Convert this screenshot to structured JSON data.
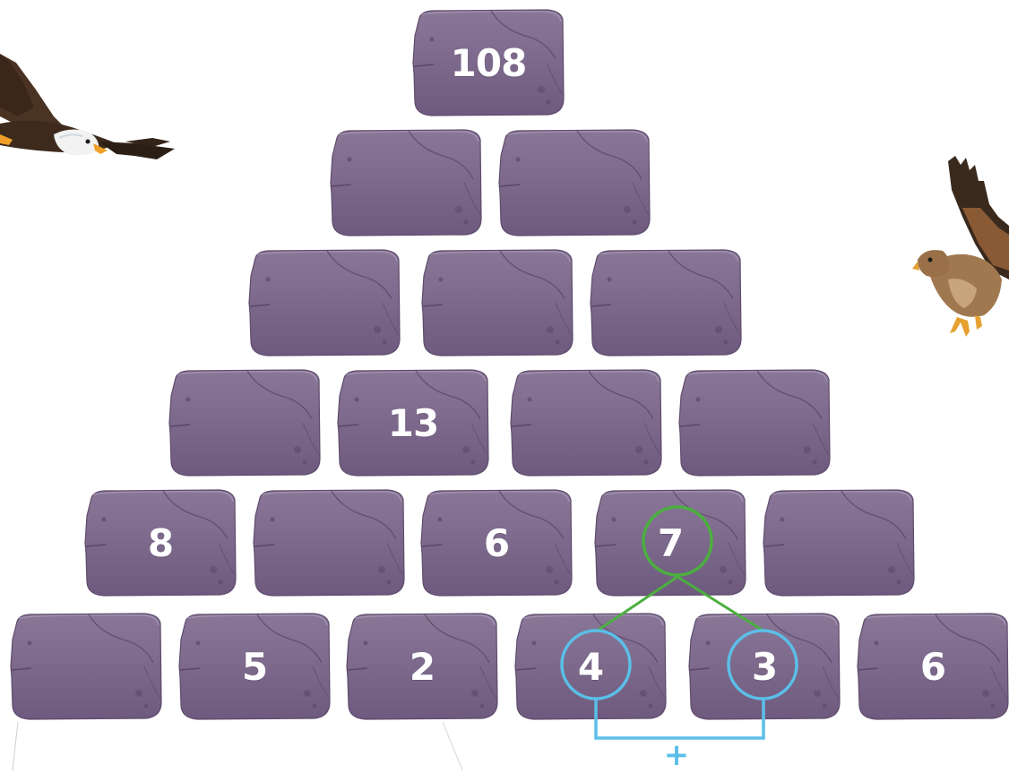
{
  "pyramid": {
    "rows": [
      [
        "108"
      ],
      [
        "",
        ""
      ],
      [
        "",
        "",
        ""
      ],
      [
        "",
        "13",
        "",
        ""
      ],
      [
        "8",
        "",
        "6",
        "7",
        ""
      ],
      [
        "",
        "5",
        "2",
        "4",
        "3",
        "6"
      ]
    ]
  },
  "hint": {
    "operator": "+",
    "sum_color": "#4caf3f",
    "addend_color": "#5bbfe8"
  },
  "colors": {
    "stone": "#7d6a8c",
    "stone_dark": "#6b5878",
    "background": "#ffffff"
  },
  "decorations": {
    "left_bird": "bald-eagle-icon",
    "right_bird": "hawk-icon"
  }
}
